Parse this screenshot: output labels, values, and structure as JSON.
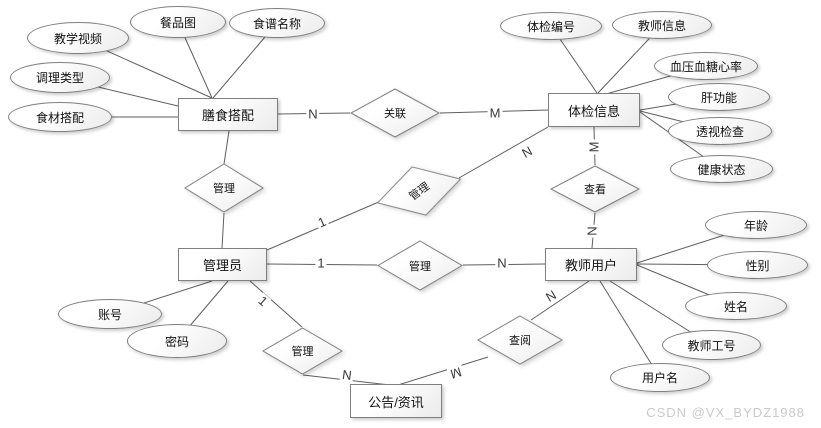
{
  "watermark": {
    "text": "CSDN @VX_BYDZ1988",
    "color": "#c9c9c9"
  },
  "colors": {
    "background": "#ffffff",
    "shape_border": "#7f7f7f",
    "connector": "#5f5f5f",
    "cardinality_text": "#3a3a3a"
  },
  "entities": {
    "diet": {
      "label": "膳食搭配"
    },
    "checkup": {
      "label": "体检信息"
    },
    "admin": {
      "label": "管理员"
    },
    "teacher": {
      "label": "教师用户"
    },
    "news": {
      "label": "公告/资讯"
    }
  },
  "relations": {
    "associate": {
      "label": "关联"
    },
    "manage_diet": {
      "label": "管理"
    },
    "manage_checkup": {
      "label": "管理"
    },
    "view": {
      "label": "查看"
    },
    "manage_teacher": {
      "label": "管理"
    },
    "manage_news": {
      "label": "管理"
    },
    "consult": {
      "label": "查阅"
    }
  },
  "attributes": {
    "diet": [
      "教学视频",
      "餐品图",
      "食谱名称",
      "调理类型",
      "食材搭配"
    ],
    "checkup": [
      "体检编号",
      "教师信息",
      "血压血糖心率",
      "肝功能",
      "透视检查",
      "健康状态"
    ],
    "admin": [
      "账号",
      "密码"
    ],
    "teacher": [
      "年龄",
      "性别",
      "姓名",
      "教师工号",
      "用户名"
    ]
  },
  "cardinalities": {
    "diet_associate": "N",
    "associate_checkup": "M",
    "admin_manage_checkup": "1",
    "manage_checkup_checkup": "N",
    "checkup_view": "M",
    "view_teacher": "N",
    "admin_manage_teacher": "1",
    "manage_teacher_teacher": "N",
    "admin_manage_news": "1",
    "manage_news_news": "N",
    "teacher_consult": "N",
    "consult_news": "M"
  }
}
